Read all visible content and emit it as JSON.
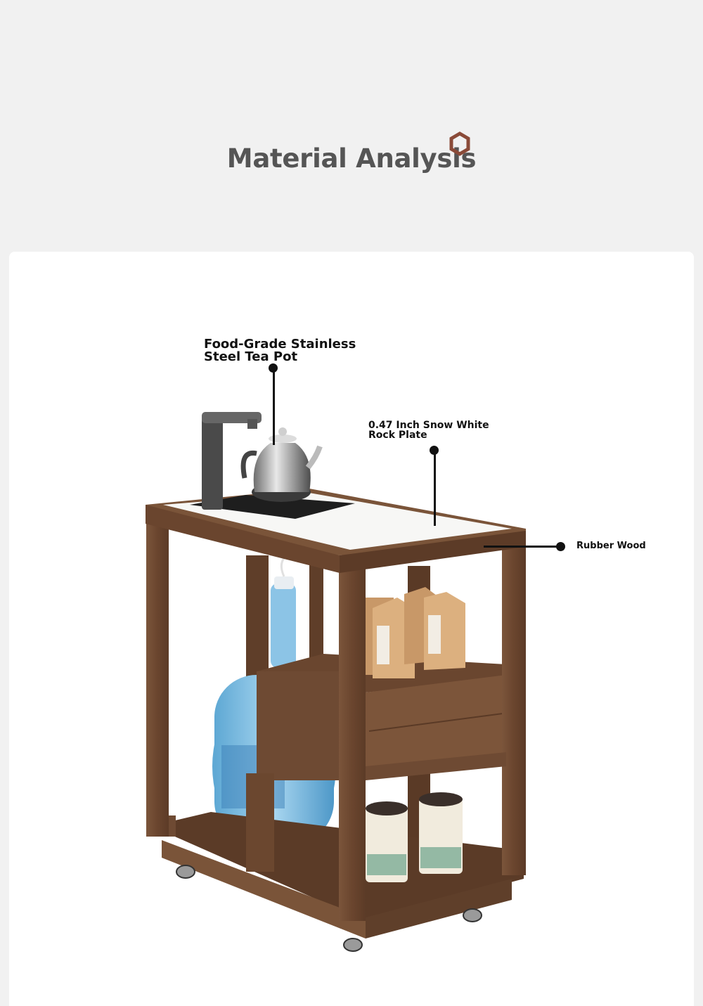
{
  "header": {
    "title": "Material Analysis",
    "accent_color": "#8a4a38",
    "icon": "hexagon-icon"
  },
  "product": {
    "name": "tea-cart",
    "wood_color": "#6e4a32",
    "top_color": "#f7f7f5"
  },
  "callouts": {
    "tea_pot": {
      "line1": "Food-Grade Stainless",
      "line2": "Steel Tea Pot"
    },
    "rock_plate": {
      "line1": "0.47 Inch Snow White",
      "line2": "Rock Plate"
    },
    "wood": {
      "label": "Rubber Wood"
    }
  }
}
